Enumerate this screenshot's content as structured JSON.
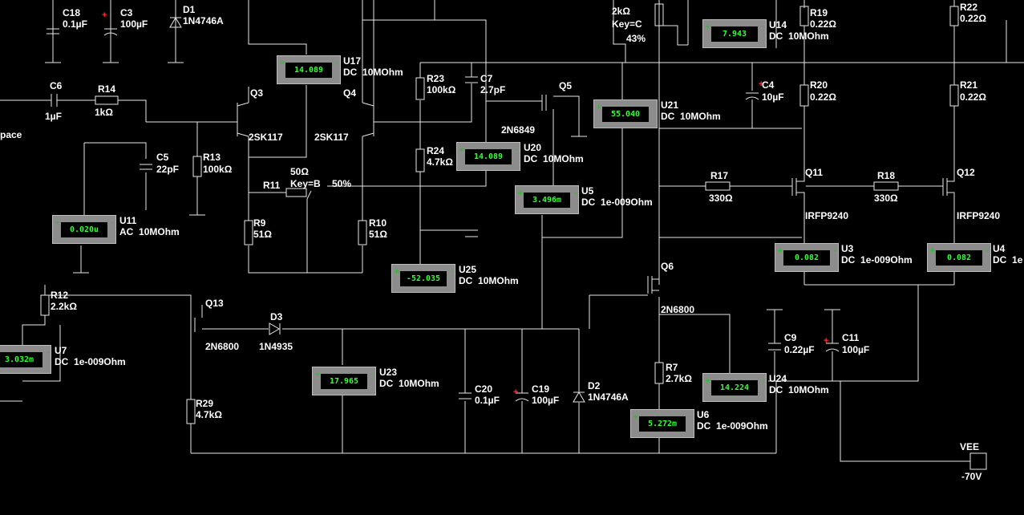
{
  "components": {
    "C18": {
      "ref": "C18",
      "value": "0.1µF"
    },
    "C3": {
      "ref": "C3",
      "value": "100µF"
    },
    "D1": {
      "ref": "D1",
      "value": "1N4746A"
    },
    "C6": {
      "ref": "C6",
      "value": "1µF"
    },
    "R14": {
      "ref": "R14",
      "value": "1kΩ"
    },
    "C5": {
      "ref": "C5",
      "value": "22pF"
    },
    "R13": {
      "ref": "R13",
      "value": "100kΩ"
    },
    "Q3": {
      "ref": "Q3",
      "value": "2SK117"
    },
    "Q4": {
      "ref": "Q4",
      "value": "2SK117"
    },
    "R11": {
      "ref": "R11",
      "value": "50Ω",
      "key": "Key=B",
      "pct": "50%"
    },
    "R9": {
      "ref": "R9",
      "value": "51Ω"
    },
    "R10": {
      "ref": "R10",
      "value": "51Ω"
    },
    "R23": {
      "ref": "R23",
      "value": "100kΩ"
    },
    "C7": {
      "ref": "C7",
      "value": "2.7pF"
    },
    "R24": {
      "ref": "R24",
      "value": "4.7kΩ"
    },
    "Q5": {
      "ref": "Q5",
      "value": "2N6849"
    },
    "POT": {
      "value": "2kΩ",
      "key": "Key=C",
      "pct": "43%"
    },
    "R19": {
      "ref": "R19",
      "value": "0.22Ω"
    },
    "R22": {
      "ref": "R22",
      "value": "0.22Ω"
    },
    "C4": {
      "ref": "C4",
      "value": "10µF"
    },
    "R20": {
      "ref": "R20",
      "value": "0.22Ω"
    },
    "R21": {
      "ref": "R21",
      "value": "0.22Ω"
    },
    "R17": {
      "ref": "R17",
      "value": "330Ω"
    },
    "R18": {
      "ref": "R18",
      "value": "330Ω"
    },
    "Q11": {
      "ref": "Q11",
      "value": "IRFP9240"
    },
    "Q12": {
      "ref": "Q12",
      "value": "IRFP9240"
    },
    "Q6": {
      "ref": "Q6",
      "value": "2N6800"
    },
    "R7": {
      "ref": "R7",
      "value": "2.7kΩ"
    },
    "R12": {
      "ref": "R12",
      "value": "2.2kΩ"
    },
    "Q13": {
      "ref": "Q13",
      "value": "2N6800"
    },
    "D3": {
      "ref": "D3",
      "value": "1N4935"
    },
    "R29": {
      "ref": "R29",
      "value": "4.7kΩ"
    },
    "C20": {
      "ref": "C20",
      "value": "0.1µF"
    },
    "C19": {
      "ref": "C19",
      "value": "100µF"
    },
    "D2": {
      "ref": "D2",
      "value": "1N4746A"
    },
    "C9": {
      "ref": "C9",
      "value": "0.22µF"
    },
    "C11": {
      "ref": "C11",
      "value": "100µF"
    },
    "VEE": {
      "ref": "VEE",
      "value": "-70V"
    },
    "net_label": "pace"
  },
  "meters": [
    {
      "ref": "U17",
      "reading": "14.089",
      "mode": "DC",
      "impedance": "10MOhm"
    },
    {
      "ref": "U14",
      "reading": "7.943",
      "mode": "DC",
      "impedance": "10MOhm"
    },
    {
      "ref": "U21",
      "reading": "55.040",
      "mode": "DC",
      "impedance": "10MOhm"
    },
    {
      "ref": "U20",
      "reading": "14.089",
      "mode": "DC",
      "impedance": "10MOhm"
    },
    {
      "ref": "U5",
      "reading": "3.496m",
      "mode": "DC",
      "impedance": "1e-009Ohm"
    },
    {
      "ref": "U11",
      "reading": "0.020u",
      "mode": "AC",
      "impedance": "10MOhm"
    },
    {
      "ref": "U3",
      "reading": "0.082",
      "mode": "DC",
      "impedance": "1e-009Ohm"
    },
    {
      "ref": "U4",
      "reading": "0.082",
      "mode": "DC",
      "impedance": "1e"
    },
    {
      "ref": "U25",
      "reading": "-52.035",
      "mode": "DC",
      "impedance": "10MOhm"
    },
    {
      "ref": "U7",
      "reading": "3.032m",
      "mode": "DC",
      "impedance": "1e-009Ohm"
    },
    {
      "ref": "U23",
      "reading": "17.965",
      "mode": "DC",
      "impedance": "10MOhm"
    },
    {
      "ref": "U24",
      "reading": "14.224",
      "mode": "DC",
      "impedance": "10MOhm"
    },
    {
      "ref": "U6",
      "reading": "5.272m",
      "mode": "DC",
      "impedance": "1e-009Ohm"
    }
  ],
  "colors": {
    "background": "#000000",
    "wire": "#e8e8e8",
    "label": "#ffffff",
    "meter_body": "#8c8c8c",
    "meter_text": "#33ff33",
    "polarity_mark": "#ff3030"
  }
}
